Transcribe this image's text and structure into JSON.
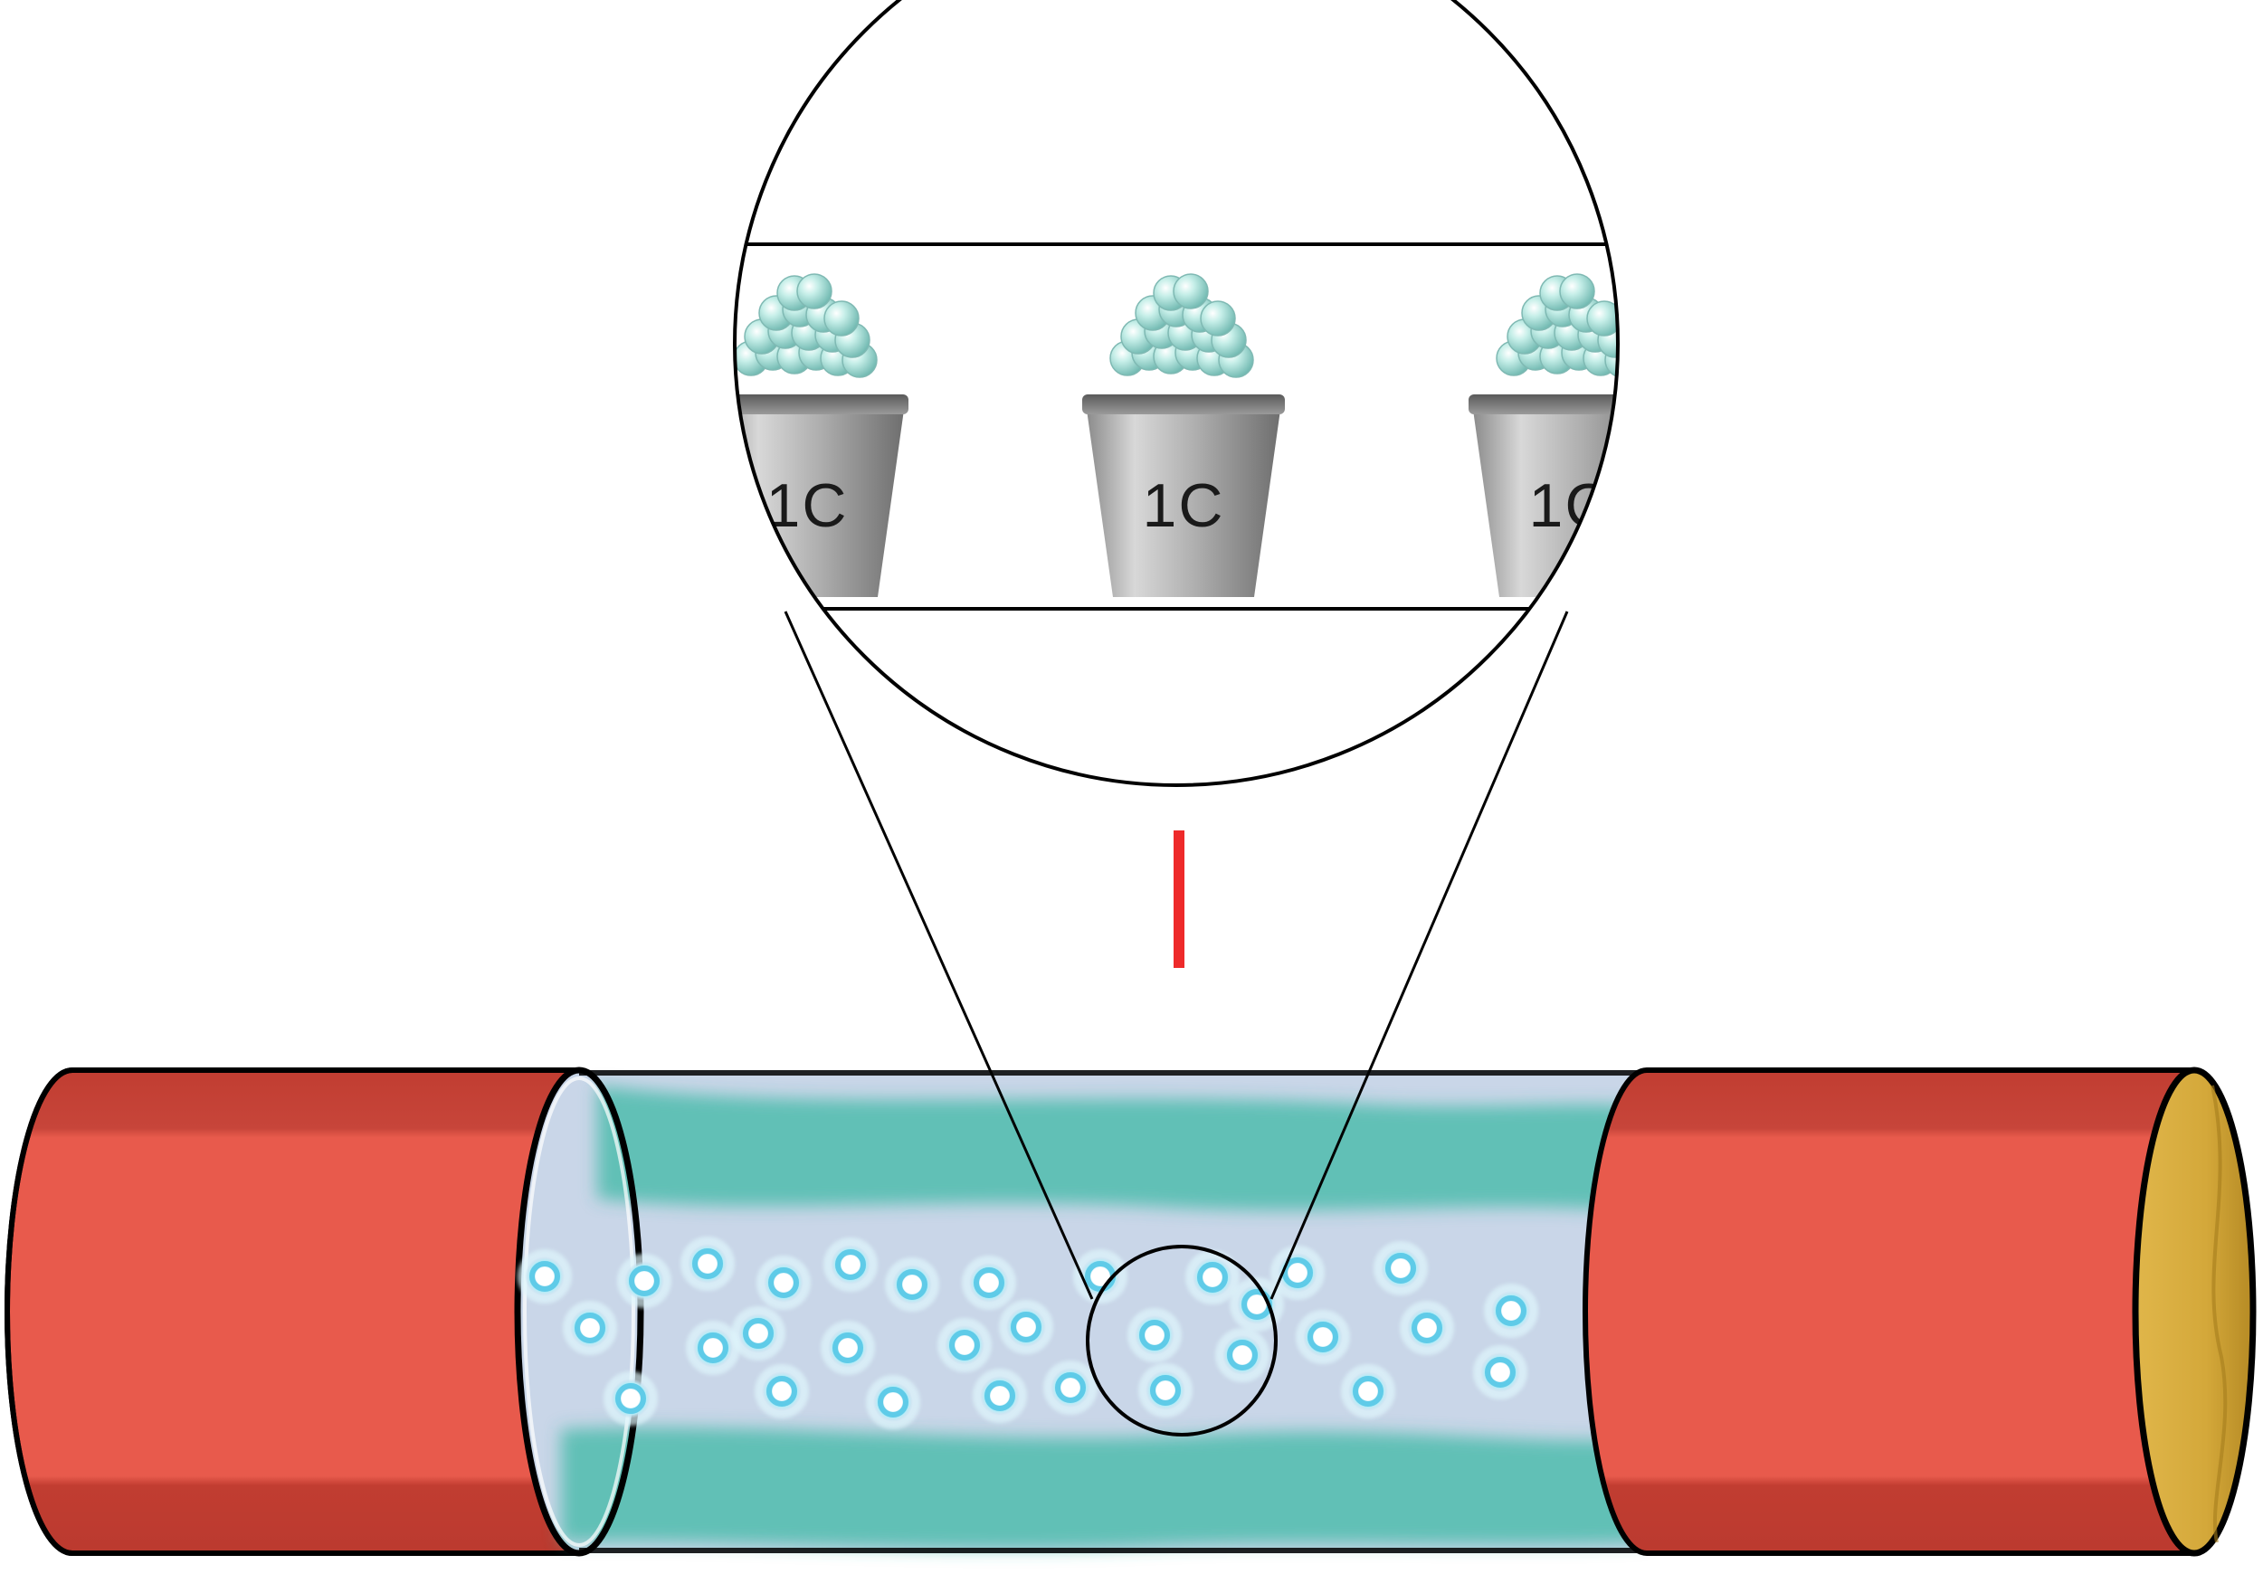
{
  "diagram": {
    "bucket_label": "1C",
    "colors": {
      "wire_insulation": "#e85a4c",
      "wire_insulation_shade": "#c13d31",
      "wire_core_end": "#d4a83a",
      "conductor_fill": "#c9d6e8",
      "conductor_band": "#3fb8a6",
      "charge_glow": "#6fd3ee",
      "bucket_charges": "#a9e4de",
      "bucket_metal": "#a7a7a7",
      "current_marker": "#ee2a2a",
      "outline": "#000000"
    },
    "icons": [
      "magnifier-circle",
      "charge-bucket",
      "charge-particle"
    ]
  }
}
